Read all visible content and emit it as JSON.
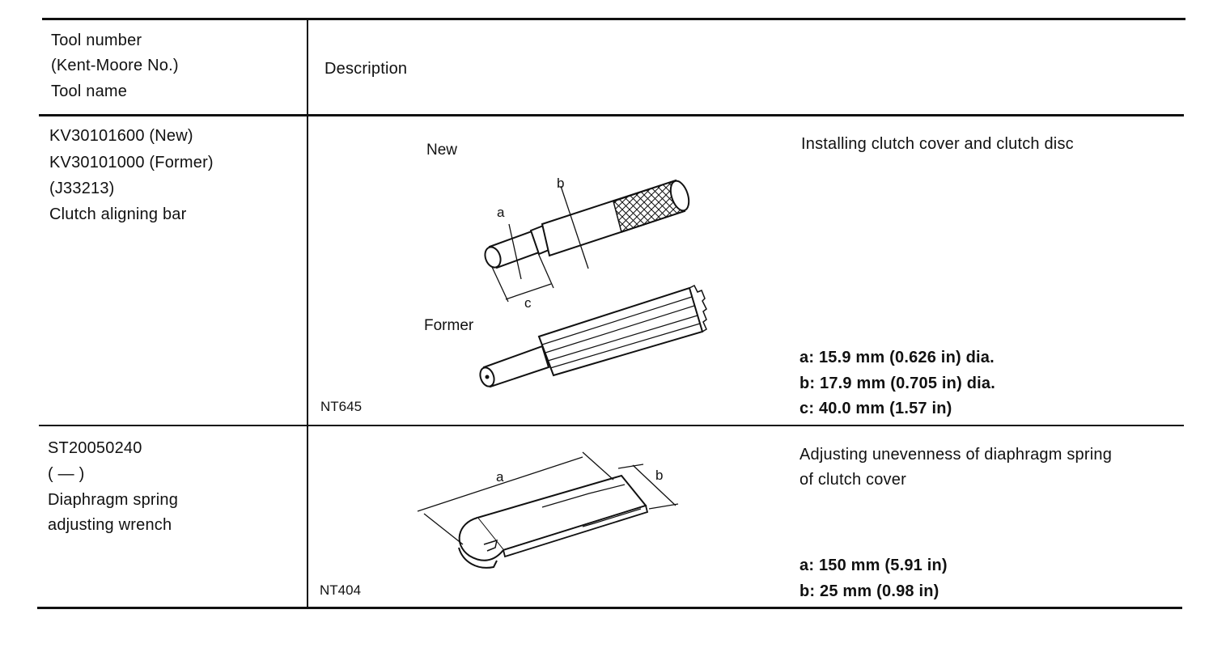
{
  "header": {
    "col1_lines": [
      "Tool number",
      "(Kent-Moore No.)",
      "Tool name"
    ],
    "col2_label": "Description"
  },
  "rows": [
    {
      "tool_lines": [
        "KV30101600 (New)",
        "KV30101000 (Former)",
        "(J33213)",
        "Clutch aligning bar"
      ],
      "figure_code": "NT645",
      "figure_labels": {
        "new": "New",
        "former": "Former",
        "a": "a",
        "b": "b",
        "c": "c"
      },
      "description": "Installing clutch cover and clutch disc",
      "specs": [
        "a: 15.9 mm (0.626 in) dia.",
        "b: 17.9 mm (0.705 in) dia.",
        "c: 40.0 mm (1.57 in)"
      ]
    },
    {
      "tool_lines": [
        "ST20050240",
        "(      —      )",
        "Diaphragm spring",
        "adjusting wrench"
      ],
      "figure_code": "NT404",
      "figure_labels": {
        "a": "a",
        "b": "b"
      },
      "description_lines": [
        "Adjusting unevenness of diaphragm spring",
        "of clutch cover"
      ],
      "specs": [
        "a: 150 mm (5.91 in)",
        "b: 25 mm (0.98 in)"
      ]
    }
  ]
}
